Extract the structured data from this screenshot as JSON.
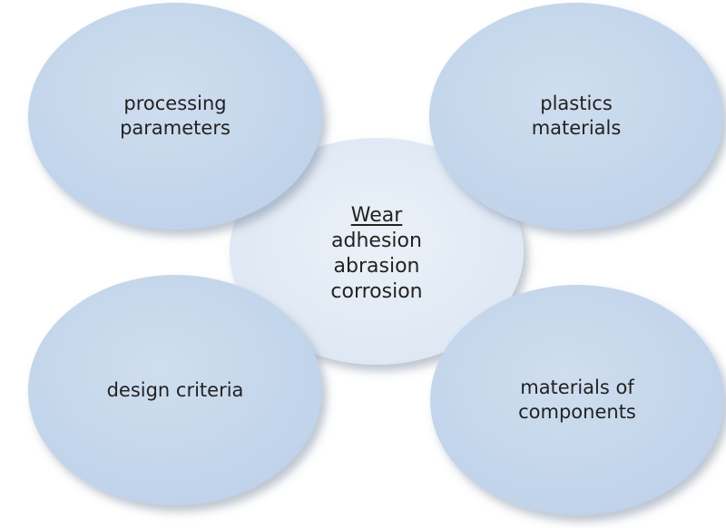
{
  "diagram": {
    "center": {
      "title": "Wear",
      "lines": [
        "adhesion",
        "abrasion",
        "corrosion"
      ]
    },
    "nodes": {
      "top_left": {
        "lines": [
          "processing",
          "parameters"
        ]
      },
      "top_right": {
        "lines": [
          "plastics",
          "materials"
        ]
      },
      "bottom_left": {
        "lines": [
          "design criteria"
        ]
      },
      "bottom_right": {
        "lines": [
          "materials of",
          "components"
        ]
      }
    }
  },
  "colors": {
    "outer_fill": "#c7d8ec",
    "outer_edge": "#b8cbe2",
    "center_fill": "#e4ecf6",
    "text": "#222222"
  }
}
